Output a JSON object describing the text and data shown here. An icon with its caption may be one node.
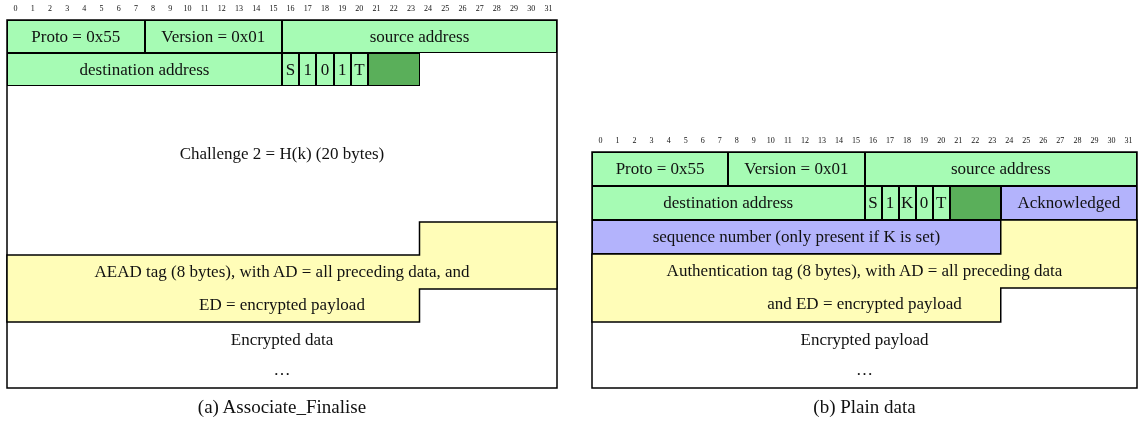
{
  "diagram": {
    "nodes": [
      {
        "text": [
          "Proto = 0x55"
        ]
      },
      {
        "text": [
          "Version = 0x01"
        ]
      },
      {
        "text": [
          "source address"
        ]
      },
      {
        "text": [
          "destination address"
        ]
      },
      {
        "text": [
          "S"
        ]
      },
      {
        "text": [
          "1"
        ]
      },
      {
        "text": [
          "0"
        ]
      },
      {
        "text": [
          "1"
        ]
      },
      {
        "text": [
          "T"
        ]
      },
      {
        "text": [],
        "shape": "box"
      },
      {
        "text": [
          "Challenge 2 = H(k) (20 bytes)"
        ]
      },
      {
        "text": [
          "AEAD tag (8 bytes), with AD = all preceding data, and ED = encrypted payload"
        ]
      },
      {
        "text": [
          "Encrypted data",
          "…"
        ]
      },
      {
        "text": [
          "Proto = 0x55"
        ]
      },
      {
        "text": [
          "Version = 0x01"
        ]
      },
      {
        "text": [
          "source address"
        ]
      },
      {
        "text": [
          "destination address"
        ]
      },
      {
        "text": [
          "S"
        ]
      },
      {
        "text": [
          "1"
        ]
      },
      {
        "text": [
          "K"
        ]
      },
      {
        "text": [
          "0"
        ]
      },
      {
        "text": [
          "T"
        ]
      },
      {
        "text": [],
        "shape": "box"
      },
      {
        "text": [
          "Acknowledged"
        ]
      },
      {
        "text": [
          "sequence number (only present if K is set)"
        ]
      },
      {
        "text": [
          "Authentication tag (8 bytes), with AD = all preceding data and ED = encrypted payload"
        ]
      },
      {
        "text": [
          "Encrypted payload",
          "…"
        ]
      }
    ],
    "edges": [],
    "labels": [
      "0",
      "1",
      "2",
      "3",
      "4",
      "5",
      "6",
      "7",
      "8",
      "9",
      "10",
      "11",
      "12",
      "13",
      "14",
      "15",
      "16",
      "17",
      "18",
      "19",
      "20",
      "21",
      "22",
      "23",
      "24",
      "25",
      "26",
      "27",
      "28",
      "29",
      "30",
      "31",
      "0",
      "1",
      "2",
      "3",
      "4",
      "5",
      "6",
      "7",
      "8",
      "9",
      "10",
      "11",
      "12",
      "13",
      "14",
      "15",
      "16",
      "17",
      "18",
      "19",
      "20",
      "21",
      "22",
      "23",
      "24",
      "25",
      "26",
      "27",
      "28",
      "29",
      "30",
      "31",
      "(a) Associate_Finalise",
      "(b) Plain data"
    ]
  }
}
